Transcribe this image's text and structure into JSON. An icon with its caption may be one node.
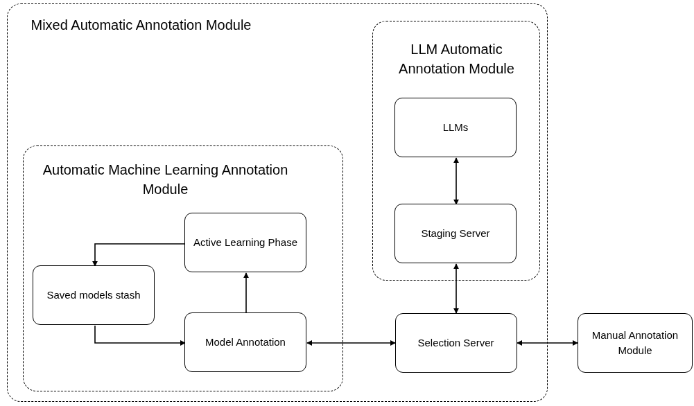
{
  "diagram": {
    "nodes": [
      {
        "text": [
          "Mixed Automatic Annotation Module"
        ]
      },
      {
        "text": [
          "LLM Automatic Annotation Module"
        ],
        "in": 0
      },
      {
        "text": [
          "LLMs"
        ],
        "in": 1
      },
      {
        "text": [
          "Staging Server"
        ],
        "in": 1
      },
      {
        "text": [
          "Automatic Machine Learning Annotation Module"
        ],
        "in": 0
      },
      {
        "text": [
          "Active Learning Phase"
        ],
        "in": 4
      },
      {
        "text": [
          "Saved models stash"
        ],
        "in": 4
      },
      {
        "text": [
          "Model Annotation"
        ],
        "in": 4
      },
      {
        "text": [
          "Selection Server"
        ],
        "in": 0
      },
      {
        "text": [
          "Manual Annotation Module"
        ]
      }
    ],
    "edges": [
      {
        "from": 2,
        "to": 3,
        "arrow": "both"
      },
      {
        "from": 3,
        "to": 8,
        "arrow": "both"
      },
      {
        "from": 5,
        "to": 6,
        "arrow": "to"
      },
      {
        "from": 6,
        "to": 7,
        "arrow": "to"
      },
      {
        "from": 7,
        "to": 5,
        "arrow": "to"
      },
      {
        "from": 7,
        "to": 8,
        "arrow": "both"
      },
      {
        "from": 8,
        "to": 9,
        "arrow": "both"
      }
    ]
  }
}
